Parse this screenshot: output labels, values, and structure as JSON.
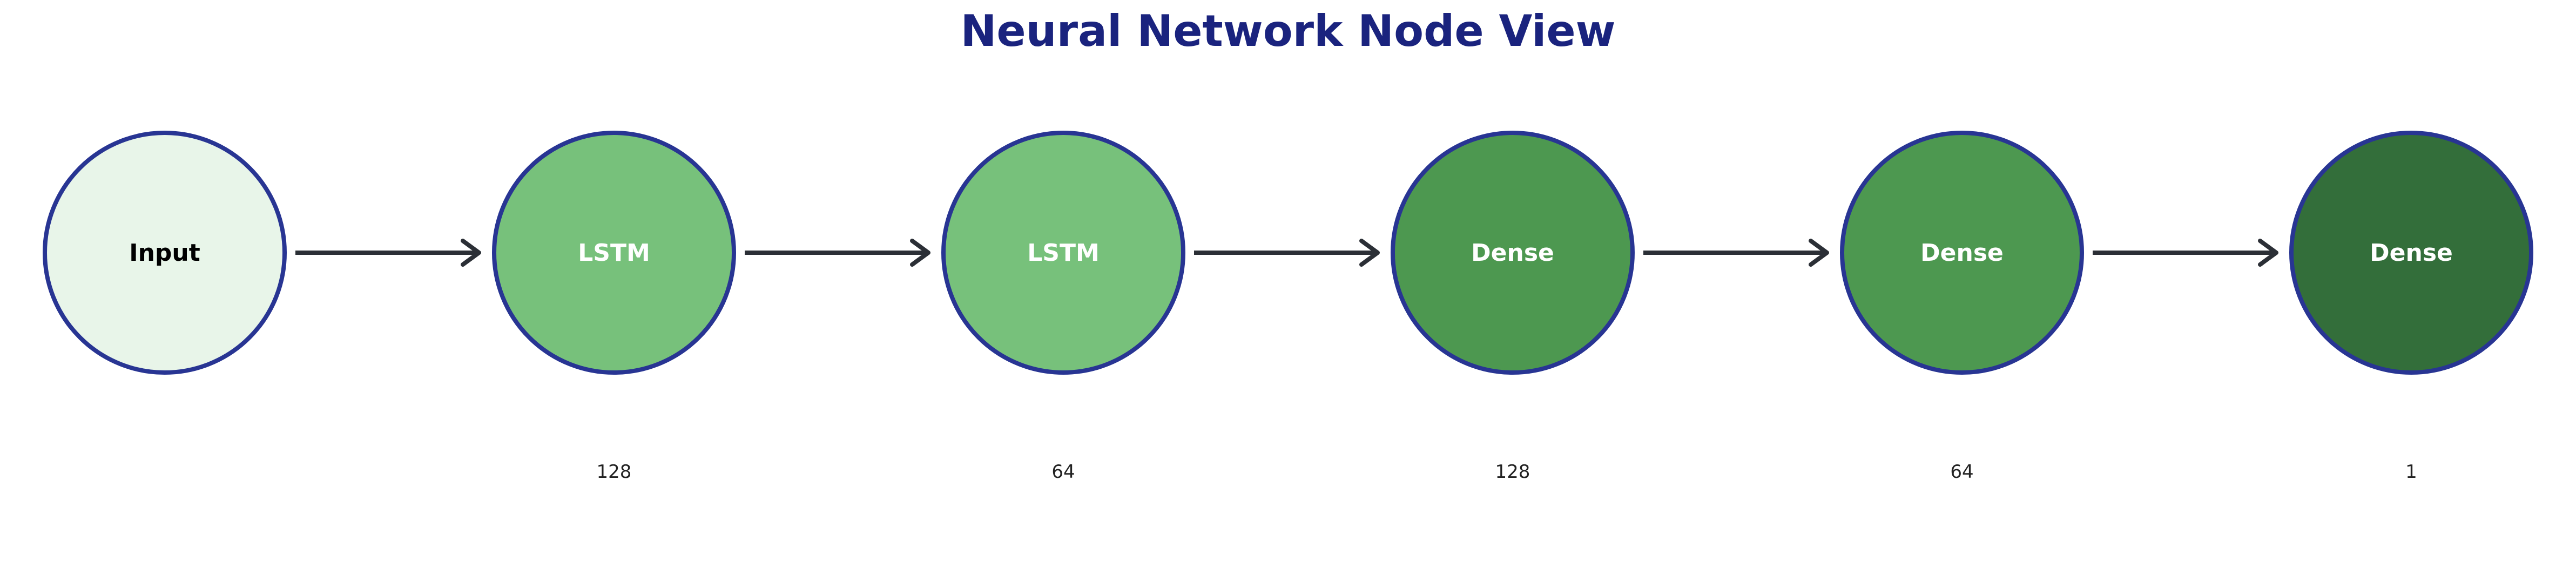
{
  "title": "Neural Network Node View",
  "colors": {
    "title": "#1a237e",
    "node_stroke": "#283593",
    "arrow": "#2b2f36",
    "input_fill": "#e8f5e9",
    "lstm_fill": "#77c17b",
    "dense_fill": "#4d9850",
    "output_fill": "#336e3a",
    "input_text": "#000000",
    "layer_text": "#ffffff"
  },
  "nodes": [
    {
      "label": "Input",
      "units": "",
      "kind": "input"
    },
    {
      "label": "LSTM",
      "units": "128",
      "kind": "lstm"
    },
    {
      "label": "LSTM",
      "units": "64",
      "kind": "lstm"
    },
    {
      "label": "Dense",
      "units": "128",
      "kind": "dense"
    },
    {
      "label": "Dense",
      "units": "64",
      "kind": "dense"
    },
    {
      "label": "Dense",
      "units": "1",
      "kind": "output"
    }
  ]
}
